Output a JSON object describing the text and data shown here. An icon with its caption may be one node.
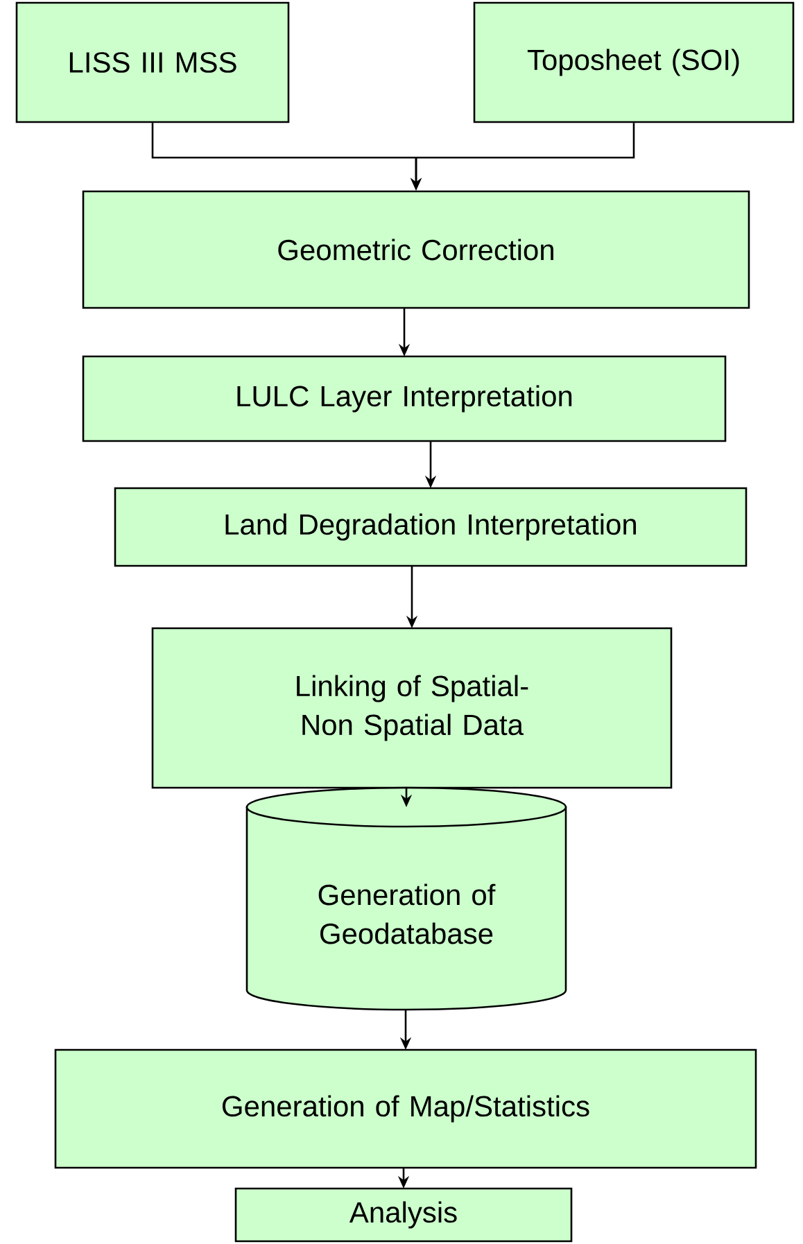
{
  "diagram": {
    "nodes": [
      {
        "text": [
          "LISS III MSS"
        ]
      },
      {
        "text": [
          "Toposheet (SOI)"
        ]
      },
      {
        "text": [
          "Geometric Correction"
        ]
      },
      {
        "text": [
          "LULC Layer Interpretation"
        ]
      },
      {
        "text": [
          "Land Degradation Interpretation"
        ]
      },
      {
        "text": [
          "Linking of Spatial-Non Spatial Data"
        ]
      },
      {
        "text": [
          "Generation of Geodatabase"
        ]
      },
      {
        "text": [
          "Generation of Map/Statistics"
        ]
      },
      {
        "text": [
          "Analysis"
        ]
      }
    ],
    "edges": [
      {
        "from": 0,
        "to": 2,
        "arrow": "to"
      },
      {
        "from": 1,
        "to": 2,
        "arrow": "to"
      },
      {
        "from": 2,
        "to": 3,
        "arrow": "to"
      },
      {
        "from": 3,
        "to": 4,
        "arrow": "to"
      },
      {
        "from": 4,
        "to": 5,
        "arrow": "to"
      },
      {
        "from": 5,
        "to": 6,
        "arrow": "to"
      },
      {
        "from": 6,
        "to": 7,
        "arrow": "to"
      },
      {
        "from": 7,
        "to": 8,
        "arrow": "to"
      }
    ]
  }
}
